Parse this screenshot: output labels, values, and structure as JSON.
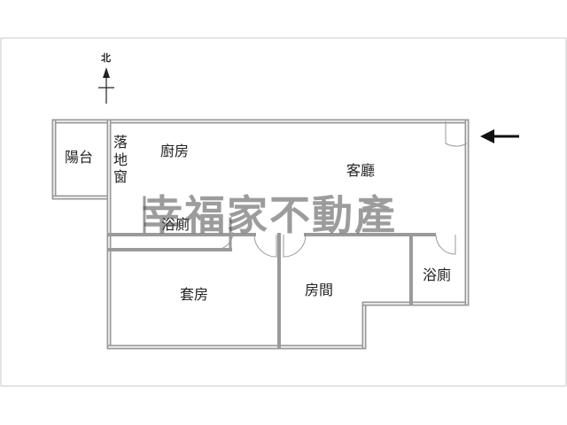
{
  "compass": {
    "north_label": "北"
  },
  "rooms": {
    "balcony": "陽台",
    "french_window": [
      "落",
      "地",
      "窗"
    ],
    "kitchen": "廚房",
    "living_room": "客廳",
    "bathroom_left": "浴廁",
    "bathroom_right": "浴廁",
    "master_suite": "套房",
    "bedroom": "房間"
  },
  "watermark": "幸福家不動產",
  "entrance_arrow": "arrow-left-icon",
  "colors": {
    "wall": "#9a9a9a",
    "wall_inner": "#ffffff",
    "frame": "#c8c8c8",
    "text": "#222222"
  }
}
